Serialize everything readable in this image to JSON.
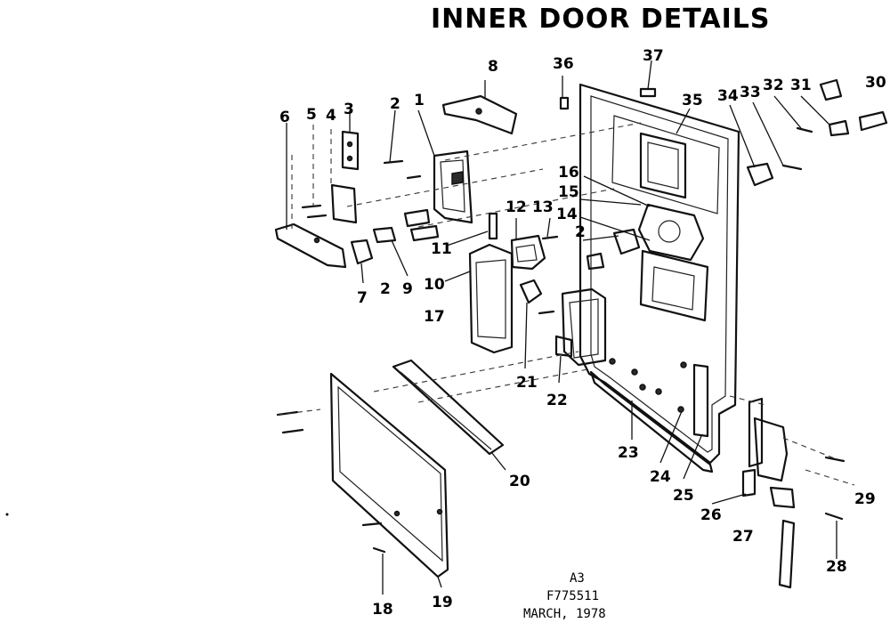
{
  "title": "INNER DOOR DETAILS",
  "footer": {
    "code": "A3",
    "part_no": "F775511",
    "date": "MARCH, 1978"
  },
  "callouts": [
    "1",
    "2",
    "2",
    "2",
    "3",
    "4",
    "5",
    "6",
    "7",
    "8",
    "9",
    "10",
    "17",
    "11",
    "12",
    "13",
    "14",
    "15",
    "16",
    "18",
    "19",
    "20",
    "21",
    "22",
    "23",
    "24",
    "25",
    "26",
    "27",
    "28",
    "29",
    "30",
    "31",
    "32",
    "33",
    "34",
    "35",
    "36",
    "37"
  ],
  "colors": {
    "ink": "#000000",
    "paper": "#ffffff"
  }
}
